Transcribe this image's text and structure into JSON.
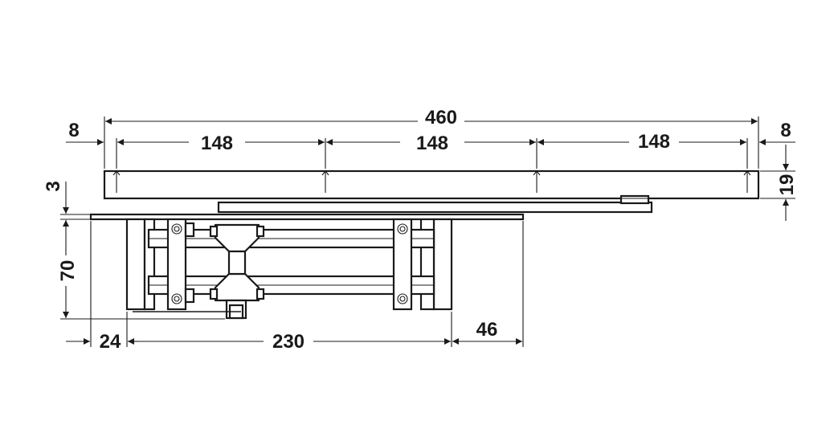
{
  "diagram": {
    "dimensions": {
      "total_length": "460",
      "left_offset": "8",
      "right_offset": "8",
      "segment_1": "148",
      "segment_2": "148",
      "segment_3": "148",
      "rail_height": "19",
      "gap": "3",
      "body_height": "70",
      "left_inset": "24",
      "body_length": "230",
      "right_extension": "46"
    },
    "colors": {
      "line": "#1a1a1a",
      "background": "#ffffff"
    }
  }
}
